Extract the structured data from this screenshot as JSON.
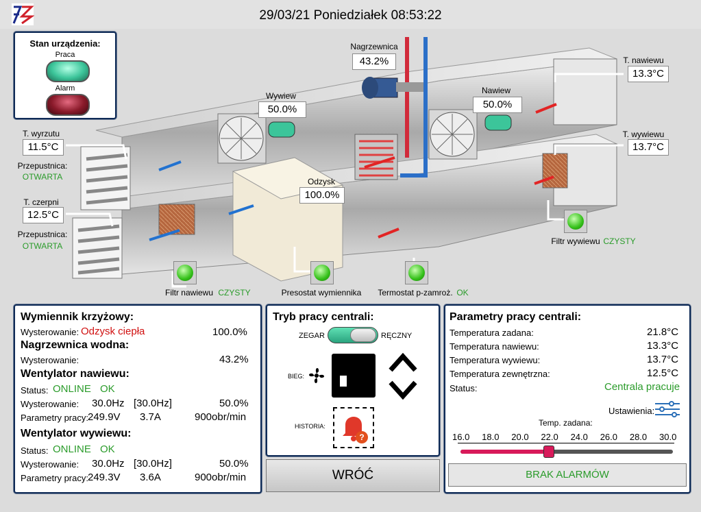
{
  "header": {
    "datetime": "29/03/21 Poniedziałek 08:53:22"
  },
  "device_status": {
    "title": "Stan urządzenia:",
    "work_label": "Praca",
    "alarm_label": "Alarm",
    "colors": {
      "work": "#3cc59a",
      "alarm": "#8a1a2a"
    }
  },
  "scene": {
    "heater": {
      "label": "Nagrzewnica",
      "value": "43.2%"
    },
    "exhaust_fan": {
      "label": "Wywiew",
      "value": "50.0%"
    },
    "supply_fan": {
      "label": "Nawiew",
      "value": "50.0%"
    },
    "recovery": {
      "label": "Odzysk",
      "value": "100.0%"
    },
    "supply_temp": {
      "label": "T. nawiewu",
      "value": "13.3°C"
    },
    "extract_temp": {
      "label": "T. wywiewu",
      "value": "13.7°C"
    },
    "discharge_temp": {
      "label": "T. wyrzutu",
      "value": "11.5°C"
    },
    "intake_temp": {
      "label": "T. czerpni",
      "value": "12.5°C"
    },
    "damper1": {
      "label": "Przepustnica:",
      "state": "OTWARTA"
    },
    "damper2": {
      "label": "Przepustnica:",
      "state": "OTWARTA"
    },
    "filter_supply": {
      "label": "Filtr nawiewu",
      "state": "CZYSTY"
    },
    "filter_extract": {
      "label": "Filtr wywiewu",
      "state": "CZYSTY"
    },
    "presostat": {
      "label": "Presostat wymiennika"
    },
    "frost": {
      "label": "Termostat p-zamroż.",
      "state": "OK"
    }
  },
  "left_panel": {
    "exchanger_title": "Wymiennik krzyżowy:",
    "exchanger_control_label": "Wysterowanie:",
    "exchanger_mode": "Odzysk ciepła",
    "exchanger_value": "100.0%",
    "heater_title": "Nagrzewnica wodna:",
    "heater_control_label": "Wysterowanie:",
    "heater_value": "43.2%",
    "supply_title": "Wentylator nawiewu:",
    "supply_status_label": "Status:",
    "supply_status": "ONLINE",
    "supply_ok": "OK",
    "supply_control_label": "Wysterowanie:",
    "supply_hz": "30.0Hz",
    "supply_hz_set": "[30.0Hz]",
    "supply_pct": "50.0%",
    "supply_params_label": "Parametry pracy:",
    "supply_v": "249.9V",
    "supply_a": "3.7A",
    "supply_rpm": "900obr/min",
    "extract_title": "Wentylator wywiewu:",
    "extract_status_label": "Status:",
    "extract_status": "ONLINE",
    "extract_ok": "OK",
    "extract_control_label": "Wysterowanie:",
    "extract_hz": "30.0Hz",
    "extract_hz_set": "[30.0Hz]",
    "extract_pct": "50.0%",
    "extract_params_label": "Parametry pracy:",
    "extract_v": "249.3V",
    "extract_a": "3.6A",
    "extract_rpm": "900obr/min"
  },
  "mid_panel": {
    "title": "Tryb pracy centrali:",
    "clock_label": "ZEGAR",
    "manual_label": "RĘCZNY",
    "gear_label": "BIEG:",
    "history_label": "HISTORIA:",
    "back_button": "WRÓĆ"
  },
  "right_panel": {
    "title": "Parametry pracy centrali:",
    "rows": [
      {
        "label": "Temperatura zadana:",
        "value": "21.8°C"
      },
      {
        "label": "Temperatura nawiewu:",
        "value": "13.3°C"
      },
      {
        "label": "Temperatura wywiewu:",
        "value": "13.7°C"
      },
      {
        "label": "Temperatura zewnętrzna:",
        "value": "12.5°C"
      }
    ],
    "status_label": "Status:",
    "status_value": "Centrala pracuje",
    "settings_label": "Ustawienia:",
    "slider_label": "Temp. zadana:",
    "slider_ticks": [
      "16.0",
      "18.0",
      "20.0",
      "22.0",
      "24.0",
      "26.0",
      "28.0",
      "30.0"
    ],
    "slider_min": 16.0,
    "slider_max": 30.0,
    "slider_value": 21.8,
    "alarm_text": "BRAK ALARMÓW"
  }
}
